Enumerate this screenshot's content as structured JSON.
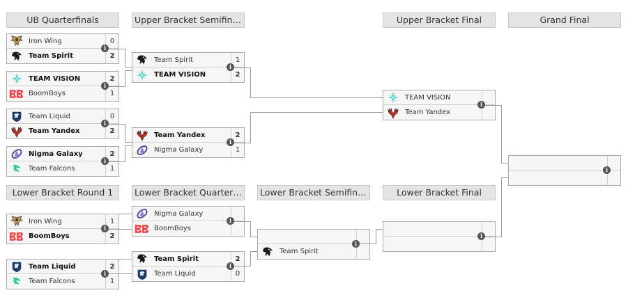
{
  "headers": {
    "ubqf": "UB Quarterfinals",
    "ubsf": "Upper Bracket Semifinals",
    "ubf": "Upper Bracket Final",
    "gf": "Grand Final",
    "lbr1": "Lower Bracket Round 1",
    "lbqf": "Lower Bracket Quarterfin...",
    "lbsf": "Lower Bracket Semifinals",
    "lbf": "Lower Bracket Final"
  },
  "info_glyph": "i",
  "matches": {
    "ubqf1": {
      "t1": {
        "name": "Iron Wing",
        "score": "0",
        "logo": "iron-wing-logo"
      },
      "t2": {
        "name": "Team Spirit",
        "score": "2",
        "logo": "team-spirit-logo"
      }
    },
    "ubqf2": {
      "t1": {
        "name": "TEAM VISION",
        "score": "2",
        "logo": "team-vision-logo"
      },
      "t2": {
        "name": "BoomBoys",
        "score": "1",
        "logo": "boomboys-logo"
      }
    },
    "ubqf3": {
      "t1": {
        "name": "Team Liquid",
        "score": "0",
        "logo": "team-liquid-logo"
      },
      "t2": {
        "name": "Team Yandex",
        "score": "2",
        "logo": "team-yandex-logo"
      }
    },
    "ubqf4": {
      "t1": {
        "name": "Nigma Galaxy",
        "score": "2",
        "logo": "nigma-galaxy-logo"
      },
      "t2": {
        "name": "Team Falcons",
        "score": "1",
        "logo": "team-falcons-logo"
      }
    },
    "ubsf1": {
      "t1": {
        "name": "Team Spirit",
        "score": "1"
      },
      "t2": {
        "name": "TEAM VISION",
        "score": "2"
      }
    },
    "ubsf2": {
      "t1": {
        "name": "Team Yandex",
        "score": "2"
      },
      "t2": {
        "name": "Nigma Galaxy",
        "score": "1"
      }
    },
    "ubf": {
      "t1": {
        "name": "TEAM VISION",
        "score": ""
      },
      "t2": {
        "name": "Team Yandex",
        "score": ""
      }
    },
    "lbr1a": {
      "t1": {
        "name": "Iron Wing",
        "score": "1"
      },
      "t2": {
        "name": "BoomBoys",
        "score": "2"
      }
    },
    "lbr1b": {
      "t1": {
        "name": "Team Liquid",
        "score": "2"
      },
      "t2": {
        "name": "Team Falcons",
        "score": "1"
      }
    },
    "lbqf1": {
      "t1": {
        "name": "Nigma Galaxy",
        "score": ""
      },
      "t2": {
        "name": "BoomBoys",
        "score": ""
      }
    },
    "lbqf2": {
      "t1": {
        "name": "Team Spirit",
        "score": "2"
      },
      "t2": {
        "name": "Team Liquid",
        "score": "0"
      }
    },
    "lbsf": {
      "t1": {
        "name": "",
        "score": ""
      },
      "t2": {
        "name": "Team Spirit",
        "score": ""
      }
    }
  },
  "colors": {
    "header_bg": "#e4e4e4",
    "match_bg": "#f6f6f6",
    "connector": "#9a9a9a",
    "vision_cyan": "#3fd6cf",
    "boomboys_red": "#e8484f",
    "falcons_green": "#2ecc8f",
    "liquid_navy": "#1e3a66",
    "nigma_purple": "#4b3f9e",
    "yandex_red": "#b8332a",
    "iron_wing_gold": "#b8945a"
  }
}
